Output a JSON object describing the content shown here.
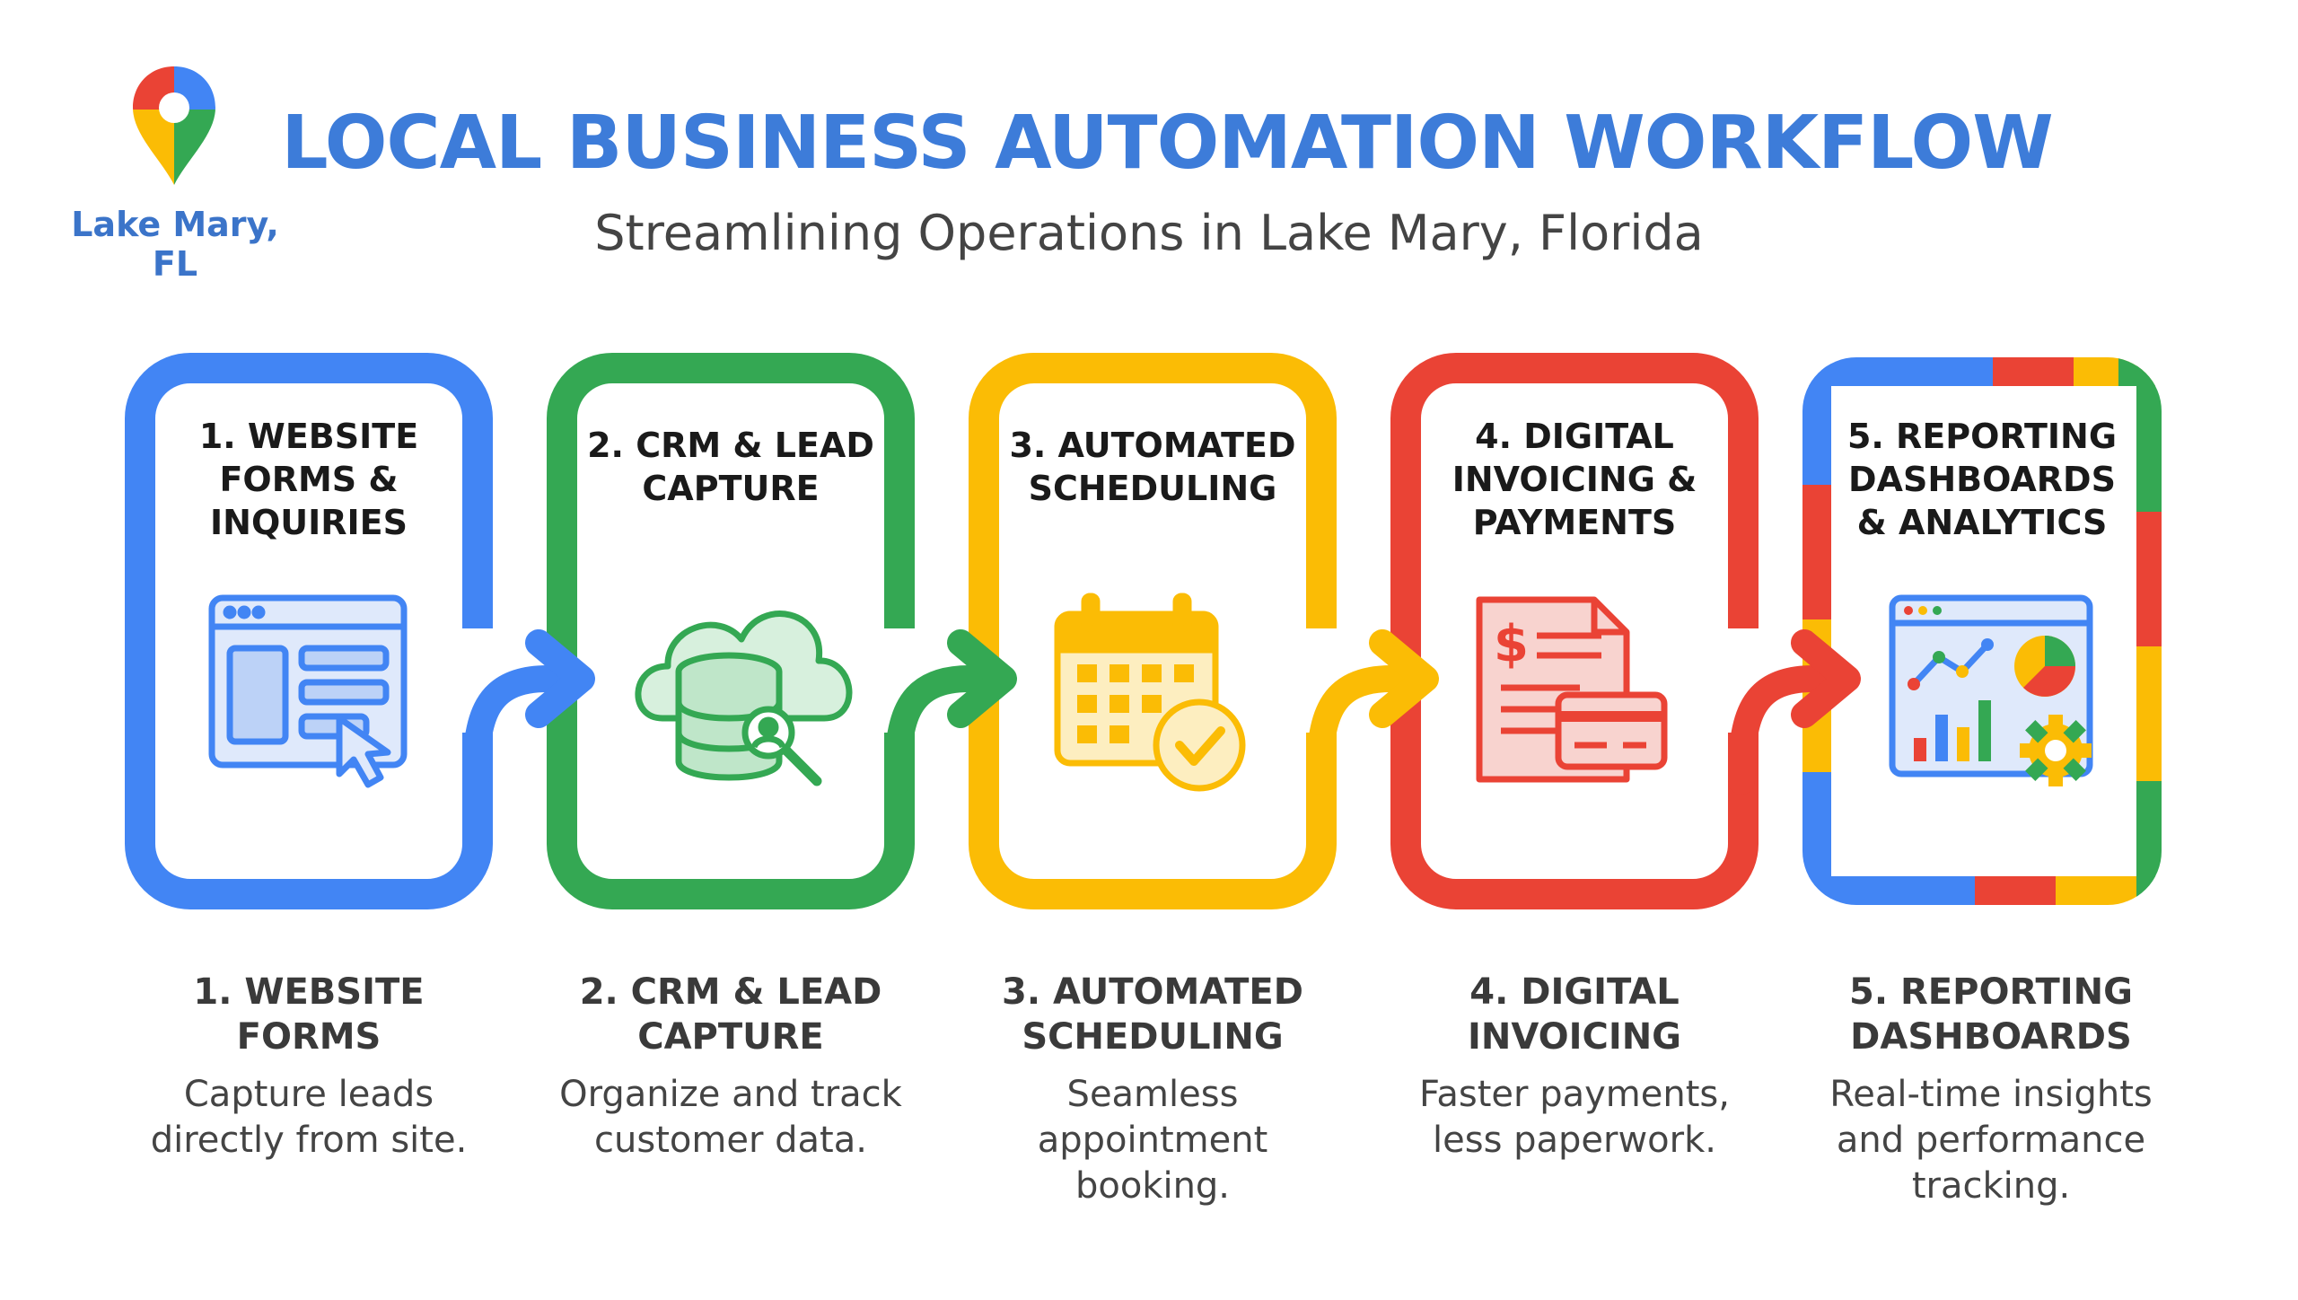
{
  "header": {
    "title": "LOCAL BUSINESS AUTOMATION WORKFLOW",
    "subtitle": "Streamlining Operations in Lake Mary, Florida"
  },
  "logo": {
    "icon": "map-pin-icon",
    "label": "Lake Mary, FL"
  },
  "colors": {
    "blue": "#4285f4",
    "green": "#34a853",
    "yellow": "#fbbc05",
    "red": "#ea4335"
  },
  "steps": [
    {
      "card_title_lines": [
        "1. WEBSITE",
        "FORMS &",
        "INQUIRIES"
      ],
      "label_lines": [
        "1. WEBSITE",
        "FORMS"
      ],
      "desc_lines": [
        "Capture leads",
        "directly from site."
      ],
      "icon": "website-form-icon",
      "color": "#4285f4"
    },
    {
      "card_title_lines": [
        "2. CRM & LEAD",
        "CAPTURE"
      ],
      "label_lines": [
        "2. CRM & LEAD",
        "CAPTURE"
      ],
      "desc_lines": [
        "Organize and track",
        "customer data."
      ],
      "icon": "cloud-database-icon",
      "color": "#34a853"
    },
    {
      "card_title_lines": [
        "3. AUTOMATED",
        "SCHEDULING"
      ],
      "label_lines": [
        "3. AUTOMATED",
        "SCHEDULING"
      ],
      "desc_lines": [
        "Seamless",
        "appointment",
        "booking."
      ],
      "icon": "calendar-check-icon",
      "color": "#fbbc05"
    },
    {
      "card_title_lines": [
        "4. DIGITAL",
        "INVOICING &",
        "PAYMENTS"
      ],
      "label_lines": [
        "4. DIGITAL",
        "INVOICING"
      ],
      "desc_lines": [
        "Faster payments,",
        "less paperwork."
      ],
      "icon": "invoice-card-icon",
      "color": "#ea4335"
    },
    {
      "card_title_lines": [
        "5. REPORTING",
        "DASHBOARDS",
        "& ANALYTICS"
      ],
      "label_lines": [
        "5. REPORTING",
        "DASHBOARDS"
      ],
      "desc_lines": [
        "Real-time insights",
        "and performance",
        "tracking."
      ],
      "icon": "analytics-dashboard-icon",
      "color": "multicolor"
    }
  ]
}
